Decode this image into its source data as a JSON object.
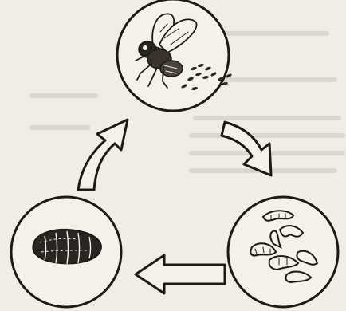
{
  "diagram": {
    "stages": [
      {
        "name": "adult-fly-with-eggs",
        "icon": "fly-icon"
      },
      {
        "name": "larvae",
        "icon": "maggots-icon"
      },
      {
        "name": "pupa",
        "icon": "pupa-icon"
      }
    ],
    "arrows": [
      {
        "from": "adult-fly-with-eggs",
        "to": "larvae"
      },
      {
        "from": "larvae",
        "to": "pupa"
      },
      {
        "from": "pupa",
        "to": "adult-fly-with-eggs"
      }
    ],
    "colors": {
      "background": "#f1ede6",
      "ink": "#1c1a17",
      "circle_fill": "#f4f1ea",
      "bleed_through_text": "#cfc9bf"
    }
  }
}
